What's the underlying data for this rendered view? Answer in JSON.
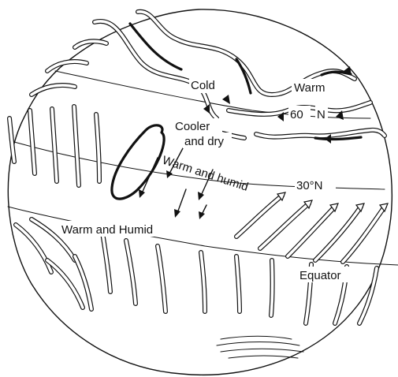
{
  "labels": {
    "cold": "Cold",
    "warm": "Warm",
    "lat60": "60",
    "lat60_n": "N",
    "cooler": "Cooler",
    "and_dry": "and dry",
    "warm_and_humid_mid": "Warm and humid",
    "lat30": "30°N",
    "warm_and_humid_low": "Warm and Humid",
    "equator": "Equator"
  }
}
